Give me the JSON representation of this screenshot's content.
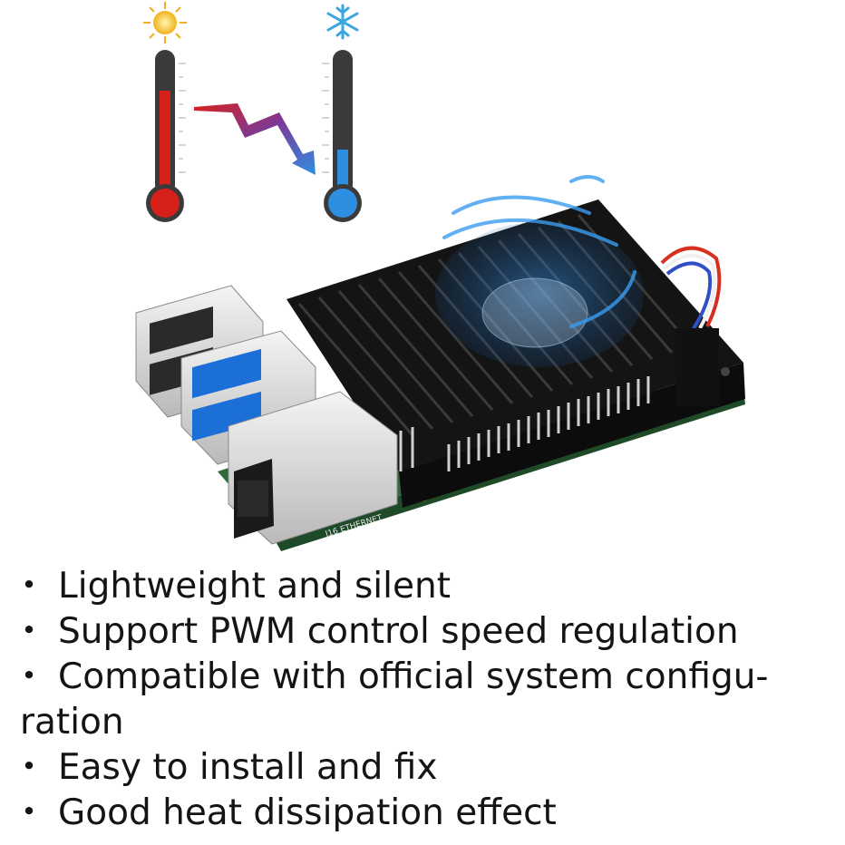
{
  "features": {
    "bullet_symbol": "・",
    "items": [
      {
        "text": "Lightweight and silent"
      },
      {
        "text": "Support PWM control speed regulation"
      },
      {
        "text": "Compatible with official system configu-",
        "continuation": "ration"
      },
      {
        "text": "Easy to install and fix"
      },
      {
        "text": "Good heat dissipation effect"
      }
    ]
  },
  "board": {
    "silkscreen_label": "J16 ETHERNET"
  },
  "colors": {
    "hot": "#d8201b",
    "cold": "#2e8fe0",
    "heatsink": "#161616",
    "pcb": "#2f6b3a",
    "fan_glow": "#1a7fd8",
    "text": "#141414"
  },
  "icons": [
    "sun-icon",
    "snowflake-icon",
    "hot-thermometer-icon",
    "cold-thermometer-icon",
    "heat-transfer-arrow-icon"
  ]
}
